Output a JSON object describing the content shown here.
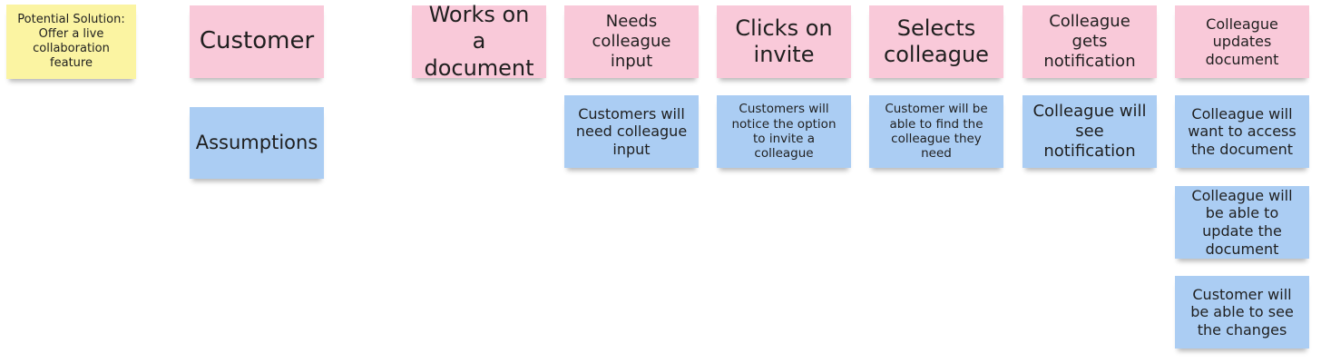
{
  "board": {
    "colors": {
      "persona_and_steps": "#f9c9d9",
      "assumptions": "#abcdf3",
      "solution": "#fbf4a2"
    },
    "solution_note": "Potential Solution:\nOffer a live\ncollaboration feature",
    "row_labels": {
      "persona": "Customer",
      "assumptions": "Assumptions"
    },
    "steps": [
      {
        "label": "Works on a document",
        "assumptions": []
      },
      {
        "label": "Needs colleague input",
        "assumptions": [
          "Customers will need colleague input"
        ]
      },
      {
        "label": "Clicks on invite",
        "assumptions": [
          "Customers will notice the option to invite a colleague"
        ]
      },
      {
        "label": "Selects colleague",
        "assumptions": [
          "Customer will be able to find the colleague they need"
        ]
      },
      {
        "label": "Colleague gets notification",
        "assumptions": [
          "Colleague will see notification"
        ]
      },
      {
        "label": "Colleague updates document",
        "assumptions": [
          "Colleague will want to access the document",
          "Colleague will be able to update the document",
          "Customer will be able to see the changes"
        ]
      }
    ]
  }
}
